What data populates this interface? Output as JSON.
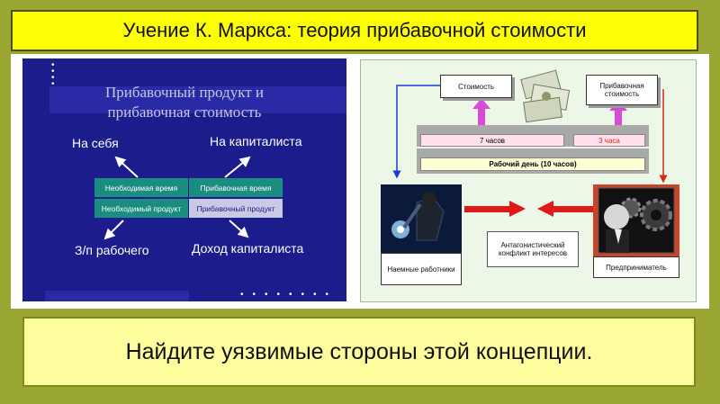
{
  "slide": {
    "title": "Учение К. Маркса: теория прибавочной стоимости",
    "question": "Найдите уязвимые стороны этой концепции."
  },
  "left_diagram": {
    "heading_line1": "Прибавочный продукт и",
    "heading_line2": "прибавочная стоимость",
    "top_left": "На себя",
    "top_right": "На капиталиста",
    "bottom_left": "З/п рабочего",
    "bottom_right": "Доход капиталиста",
    "cells": {
      "necessary_time": "Необходимая время",
      "surplus_time": "Прибавочная время",
      "necessary_product": "Необходимый продукт",
      "surplus_product": "Прибавочный продукт"
    },
    "colors": {
      "background": "#1c1c8c",
      "teal": "#1a8c80",
      "light_cell": "#c9c9e6"
    }
  },
  "right_diagram": {
    "value_box": "Стоимость",
    "surplus_value_box": "Прибавочная стоимость",
    "hours_7": "7 часов",
    "hours_3": "3 часа",
    "workday": "Рабочий день (10 часов)",
    "conflict": "Антагонистический конфликт интересов",
    "workers_caption": "Наемные работники",
    "entrepreneur_caption": "Предприниматель",
    "colors": {
      "blue_line": "#1a3cd6",
      "red_line": "#d42b1a",
      "arrow_magenta": "#d94ad9",
      "red_arrow": "#e01a1a"
    }
  },
  "icons": {
    "money": "banknotes-icon",
    "welder": "welder-icon",
    "businessman": "businessman-gears-icon"
  }
}
